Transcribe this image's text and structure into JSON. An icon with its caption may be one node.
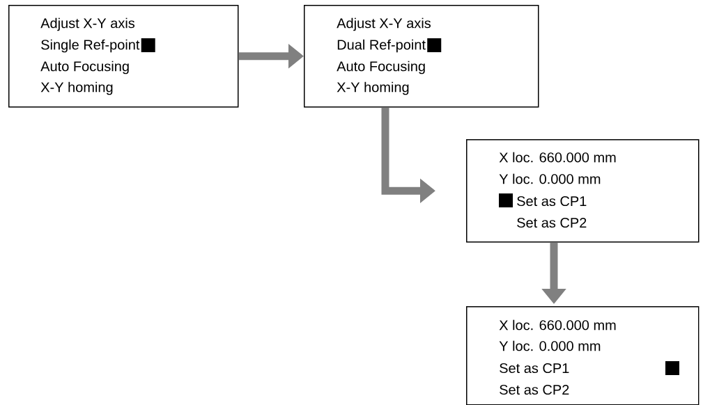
{
  "diagram": {
    "nodes": [
      {
        "text": [
          "Adjust X-Y axis",
          "Single Ref-point",
          "Auto Focusing",
          "X-Y homing"
        ]
      },
      {
        "text": [
          "Adjust X-Y axis",
          "Dual Ref-point",
          "Auto Focusing",
          "X-Y homing"
        ]
      },
      {
        "text": [
          "X loc. 660.000 mm",
          "Y loc. 0.000 mm",
          "Set as CP1",
          "Set as CP2"
        ]
      },
      {
        "text": [
          "X loc. 660.000 mm",
          "Y loc. 0.000 mm",
          "Set as CP1",
          "Set as CP2"
        ]
      }
    ],
    "edges": [
      {
        "from": 0,
        "to": 1,
        "arrow": "to"
      },
      {
        "from": 1,
        "to": 2,
        "arrow": "to"
      },
      {
        "from": 2,
        "to": 3,
        "arrow": "to"
      }
    ]
  }
}
